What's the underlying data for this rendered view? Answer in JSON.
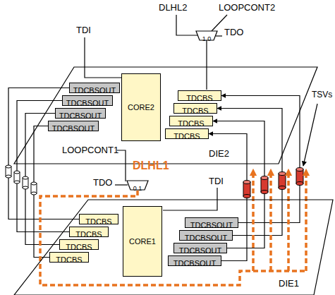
{
  "diagram": {
    "nodes": [
      {
        "text": [
          "1 0"
        ]
      },
      {
        "text": [
          "DIE2"
        ]
      },
      {
        "text": [
          "TDCBSOUT"
        ],
        "in": 1
      },
      {
        "text": [
          "TDCBSOUT"
        ],
        "in": 1
      },
      {
        "text": [
          "TDCBSOUT"
        ],
        "in": 1
      },
      {
        "text": [
          "TDCBSOUT"
        ],
        "in": 1
      },
      {
        "text": [
          "CORE2"
        ],
        "in": 1
      },
      {
        "text": [
          "TDCBS"
        ],
        "in": 1
      },
      {
        "text": [
          "TDCBS"
        ],
        "in": 1
      },
      {
        "text": [
          "TDCBS"
        ],
        "in": 1
      },
      {
        "text": [
          "TDCBS"
        ],
        "in": 1
      },
      {
        "text": [
          "0 1"
        ]
      },
      {
        "text": [
          "DIE1"
        ]
      },
      {
        "text": [
          "TDCBS"
        ],
        "in": 12
      },
      {
        "text": [
          "TDCBS"
        ],
        "in": 12
      },
      {
        "text": [
          "TDCBS"
        ],
        "in": 12
      },
      {
        "text": [
          "TDCBS"
        ],
        "in": 12
      },
      {
        "text": [
          "CORE1"
        ],
        "in": 12
      },
      {
        "text": [
          "TDCBSOUT"
        ],
        "in": 12
      },
      {
        "text": [
          "TDCBSOUT"
        ],
        "in": 12
      },
      {
        "text": [
          "TDCBSOUT"
        ],
        "in": 12
      },
      {
        "text": [
          "TDCBSOUT"
        ],
        "in": 12
      }
    ],
    "edges": [
      {
        "from": 2,
        "to": 13,
        "arrow": "none"
      },
      {
        "from": 3,
        "to": 14,
        "arrow": "none"
      },
      {
        "from": 4,
        "to": 15,
        "arrow": "none"
      },
      {
        "from": 5,
        "to": 16,
        "arrow": "none"
      },
      {
        "from": 18,
        "to": 7,
        "arrow": "to"
      },
      {
        "from": 19,
        "to": 8,
        "arrow": "to"
      },
      {
        "from": 20,
        "to": 9,
        "arrow": "to"
      },
      {
        "from": 21,
        "to": 10,
        "arrow": "to"
      }
    ],
    "labels": [
      "DLHL2",
      "LOOPCONT2",
      "TDI",
      "TDO",
      "TSVs",
      "LOOPCONT1",
      "DLHL1",
      "TDO",
      "TDI"
    ]
  }
}
